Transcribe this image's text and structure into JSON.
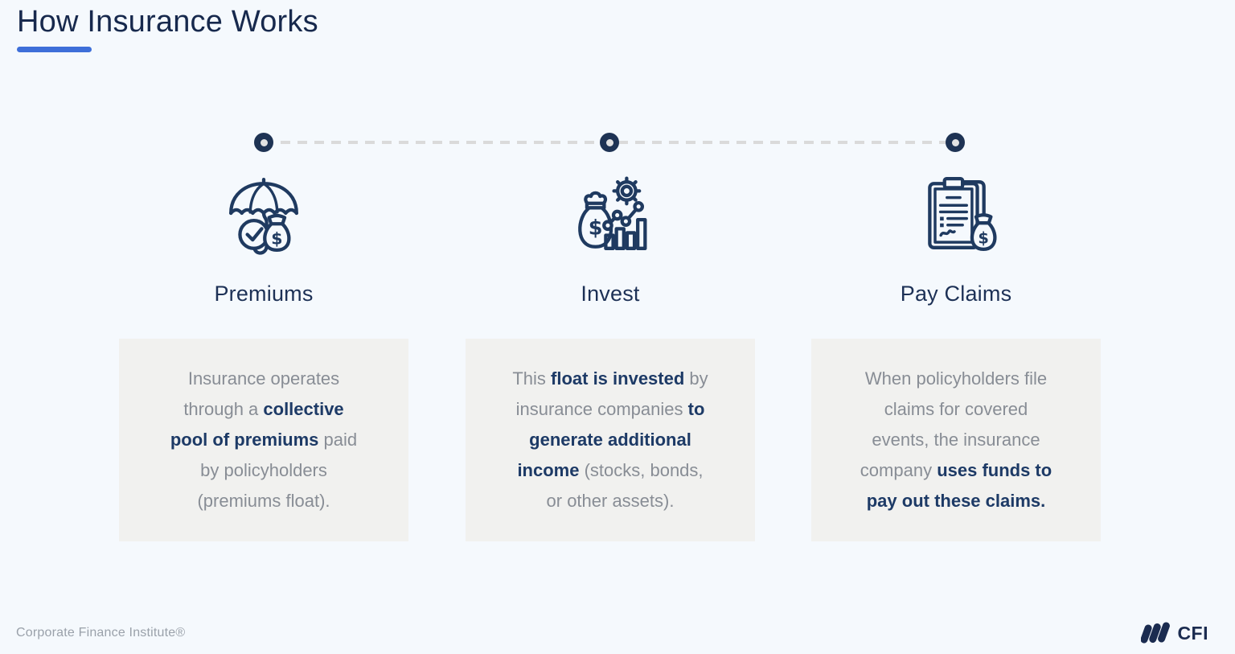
{
  "slide": {
    "title": "How Insurance Works",
    "footer": "Corporate Finance Institute®",
    "brand": "CFI"
  },
  "glyphs": {
    "dollar": "$"
  },
  "colors": {
    "page_bg": "#f5f9fd",
    "card_bg": "#f1f1ef",
    "navy": "#1f3a60",
    "accent_blue": "#3e6fd9",
    "body_gray": "#888d95",
    "dash_gray": "#dadada"
  },
  "steps": [
    {
      "label": "Premiums",
      "icon": "umbrella-clock-moneybag-icon",
      "lines": [
        [
          {
            "t": "Insurance operates",
            "b": false
          }
        ],
        [
          {
            "t": "through a ",
            "b": false
          },
          {
            "t": "collective",
            "b": true
          }
        ],
        [
          {
            "t": "pool of premiums",
            "b": true
          },
          {
            "t": " paid",
            "b": false
          }
        ],
        [
          {
            "t": "by policyholders",
            "b": false
          }
        ],
        [
          {
            "t": "(premiums float).",
            "b": false
          }
        ]
      ]
    },
    {
      "label": "Invest",
      "icon": "moneybag-gear-growth-chart-icon",
      "lines": [
        [
          {
            "t": "This ",
            "b": false
          },
          {
            "t": "float is invested",
            "b": true
          },
          {
            "t": " by",
            "b": false
          }
        ],
        [
          {
            "t": "insurance companies ",
            "b": false
          },
          {
            "t": "to",
            "b": true
          }
        ],
        [
          {
            "t": "generate additional",
            "b": true
          }
        ],
        [
          {
            "t": "income",
            "b": true
          },
          {
            "t": " (stocks, bonds,",
            "b": false
          }
        ],
        [
          {
            "t": "or other assets).",
            "b": false
          }
        ]
      ]
    },
    {
      "label": "Pay Claims",
      "icon": "clipboard-moneybag-icon",
      "lines": [
        [
          {
            "t": "When policyholders file",
            "b": false
          }
        ],
        [
          {
            "t": "claims for covered",
            "b": false
          }
        ],
        [
          {
            "t": "events, the insurance",
            "b": false
          }
        ],
        [
          {
            "t": "company ",
            "b": false
          },
          {
            "t": "uses funds to",
            "b": true
          }
        ],
        [
          {
            "t": "pay out these claims.",
            "b": true
          }
        ]
      ]
    }
  ]
}
